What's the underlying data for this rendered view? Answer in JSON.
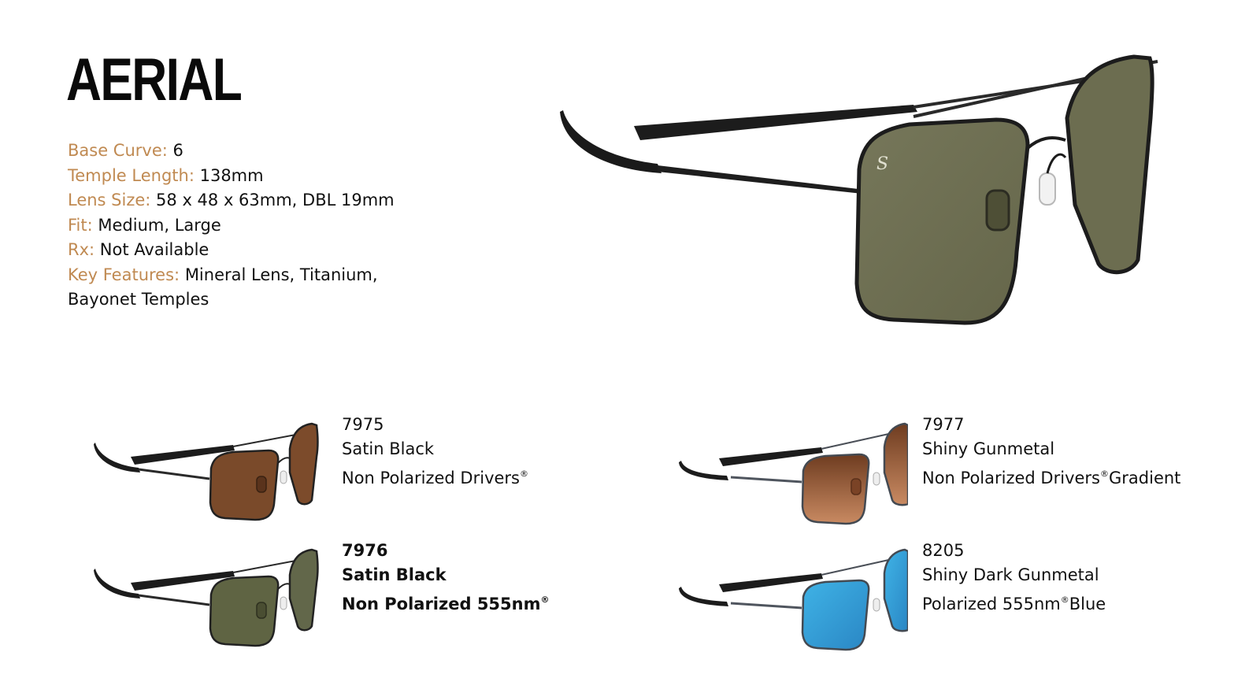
{
  "product": {
    "title": "AERIAL",
    "specs": [
      {
        "label": "Base Curve:",
        "value": "6"
      },
      {
        "label": "Temple Length:",
        "value": "138mm"
      },
      {
        "label": "Lens Size:",
        "value": "58 x 48 x 63mm, DBL 19mm"
      },
      {
        "label": "Fit:",
        "value": "Medium, Large"
      },
      {
        "label": "Rx:",
        "value": "Not Available"
      },
      {
        "label": "Key Features:",
        "value": "Mineral Lens, Titanium,"
      },
      {
        "label": "",
        "value": "Bayonet Temples"
      }
    ],
    "hero_image": {
      "icon": "sunglasses-hero-image",
      "lens_color": "#6e6f4e",
      "frame_color": "#222222"
    }
  },
  "variants": [
    {
      "code": "7975",
      "frame": "Satin Black",
      "lens_prefix": "Non Polarized Drivers",
      "reg": "®",
      "lens_suffix": "",
      "lens_color": "#7a4a2a",
      "frame_color": "#2a2a2a"
    },
    {
      "code": "7976",
      "frame": "Satin Black",
      "lens_prefix": "Non Polarized 555nm",
      "reg": "®",
      "lens_suffix": "",
      "lens_color": "#5f6443",
      "frame_color": "#2a2a2a"
    },
    {
      "code": "7977",
      "frame": "Shiny Gunmetal",
      "lens_prefix": "Non Polarized Drivers",
      "reg": "®",
      "lens_suffix": "Gradient",
      "lens_color": "#8a4f2c",
      "frame_color": "#4a4f57"
    },
    {
      "code": "8205",
      "frame": "Shiny Dark Gunmetal",
      "lens_prefix": "Polarized 555nm",
      "reg": "®",
      "lens_suffix": "Blue",
      "lens_color": "#2f9fd6",
      "frame_color": "#4a4f57"
    }
  ],
  "colors": {
    "label_accent": "#c08a52",
    "text": "#111111",
    "background": "#ffffff"
  }
}
